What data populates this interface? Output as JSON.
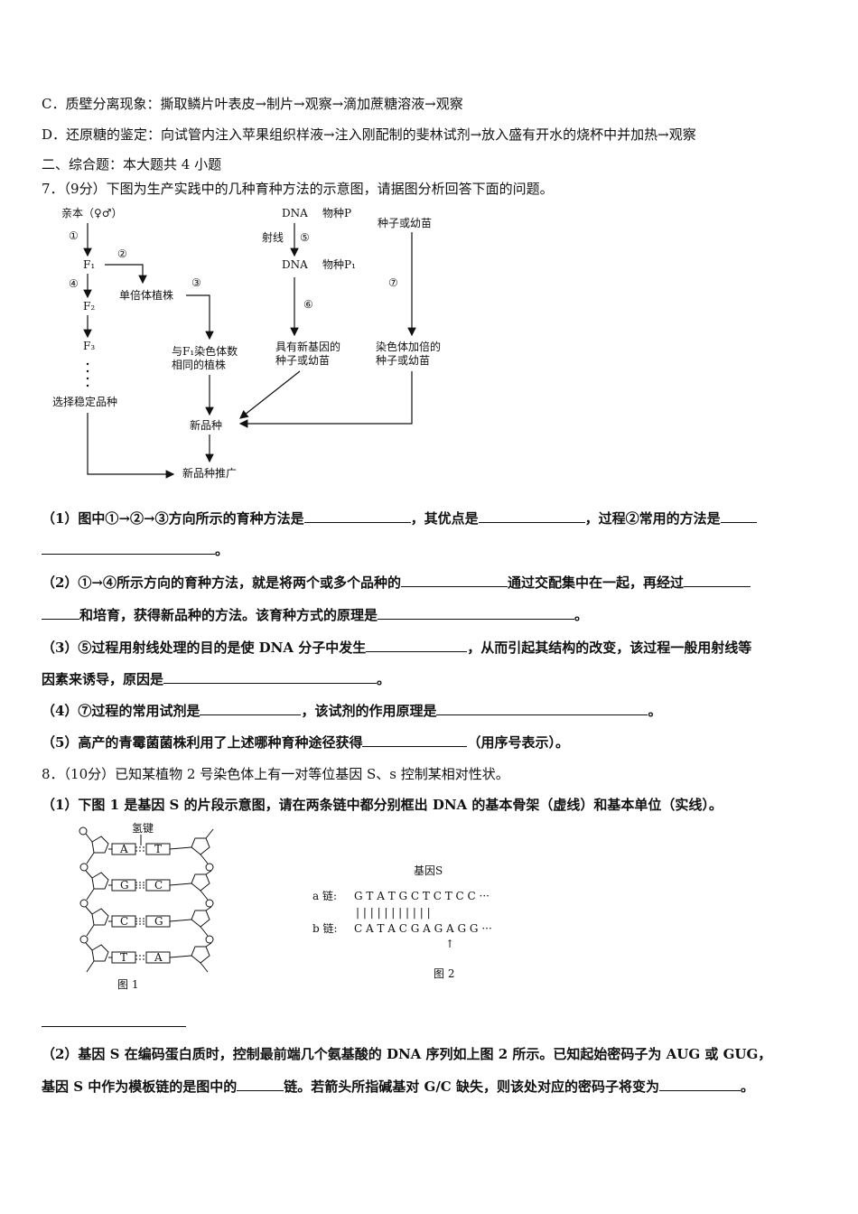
{
  "options": {
    "c": "C．质壁分离现象：撕取鳞片叶表皮→制片→观察→滴加蔗糖溶液→观察",
    "d": "D．还原糖的鉴定：向试管内注入苹果组织样液→注入刚配制的斐林试剂→放入盛有开水的烧杯中并加热→观察"
  },
  "section_title": "二、综合题：本大题共 4 小题",
  "q7": {
    "stem": "7．（9分）下图为生产实践中的几种育种方法的示意图，请据图分析回答下面的问题。",
    "diagram": {
      "parent": "亲本（♀♂）",
      "n1": "①",
      "n2": "②",
      "n3": "③",
      "n4": "④",
      "n5": "⑤",
      "n6": "⑥",
      "n7": "⑦",
      "f1": "F₁",
      "f2": "F₂",
      "f3": "F₃",
      "haploid": "单倍体植株",
      "same_chrom_1": "与F₁染色体数",
      "same_chrom_2": "相同的植株",
      "select_stable": "选择稳定品种",
      "dna_top": "DNA",
      "species_p": "物种P",
      "radiation": "射线",
      "dna_bottom": "DNA",
      "species_p1": "物种P₁",
      "new_gene_1": "具有新基因的",
      "new_gene_2": "种子或幼苗",
      "seed_top": "种子或幼苗",
      "doubled_1": "染色体加倍的",
      "doubled_2": "种子或幼苗",
      "new_variety": "新品种",
      "promotion": "新品种推广"
    },
    "p1_a": "（1）图中①→②→③方向所示的育种方法是",
    "p1_b": "，其优点是",
    "p1_c": "，过程②常用的方法是",
    "p1_end": "。",
    "p2_a": "（2）①→④所示方向的育种方法，就是将两个或多个品种的",
    "p2_b": "通过交配集中在一起，再经过",
    "p2_c": "和培育，获得新品种的方法。该育种方式的原理是",
    "p2_end": "。",
    "p3_a": "（3）⑤过程用射线处理的目的是使 DNA 分子中发生",
    "p3_b": "，从而引起其结构的改变，该过程一般用射线等",
    "p3_c": "因素来诱导，原因是",
    "p3_end": "。",
    "p4_a": "（4）⑦过程的常用试剂是",
    "p4_b": "，该试剂的作用原理是",
    "p4_end": "。",
    "p5_a": "（5）高产的青霉菌菌株利用了上述哪种育种途径获得",
    "p5_b": "（用序号表示）。"
  },
  "q8": {
    "stem": "8．（10分）已知某植物 2 号染色体上有一对等位基因 S、s 控制某相对性状。",
    "p1": "（1）下图 1 是基因 S 的片段示意图，请在两条链中都分别框出 DNA 的基本骨架（虚线）和基本单位（实线）。",
    "fig1": {
      "hbond": "氢键",
      "pairs": [
        [
          "A",
          "T"
        ],
        [
          "G",
          "C"
        ],
        [
          "C",
          "G"
        ],
        [
          "T",
          "A"
        ]
      ],
      "caption": "图 1"
    },
    "fig2": {
      "title": "基因S",
      "a_label": "a 链:",
      "a_seq": "G T A T G C T C T C C ···",
      "ticks": "| | | | | | | | | | |",
      "b_label": "b 链:",
      "b_seq": "C A T A C G A G A G G ···",
      "arrow": "↑",
      "caption": "图 2"
    },
    "p2_a": "（2）基因 S 在编码蛋白质时，控制最前端几个氨基酸的 DNA 序列如上图 2 所示。已知起始密码子为 AUG 或 GUG，",
    "p2_b": "基因 S 中作为模板链的是图中的",
    "p2_c": "链。若箭头所指碱基对 G/C 缺失，则该处对应的密码子将变为",
    "p2_end": "。"
  }
}
